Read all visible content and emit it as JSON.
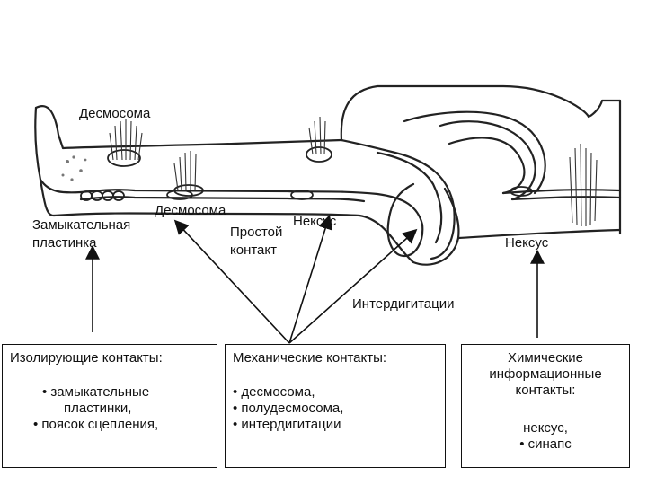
{
  "labels": {
    "desmosome_top": "Десмосома",
    "desmosome_mid": "Десмосома",
    "tight_1": "Замыкательная",
    "tight_2": "пластинка",
    "simple_1": "Простой",
    "simple_2": "контакт",
    "nexus_mid": "Нексус",
    "nexus_right": "Нексус",
    "interdig": "Интердигитации"
  },
  "boxes": [
    {
      "title": "Изолирующие контакты:",
      "items": [
        "• замыкательные",
        "пластинки,",
        "• поясок сцепления,"
      ]
    },
    {
      "title": "Механические контакты:",
      "items": [
        "• десмосома,",
        "• полудесмосома,",
        "• интердигитации"
      ]
    },
    {
      "title_lines": [
        "Химические",
        "информационные",
        "контакты:"
      ],
      "items": [
        "нексус,",
        "• синапс"
      ]
    }
  ]
}
